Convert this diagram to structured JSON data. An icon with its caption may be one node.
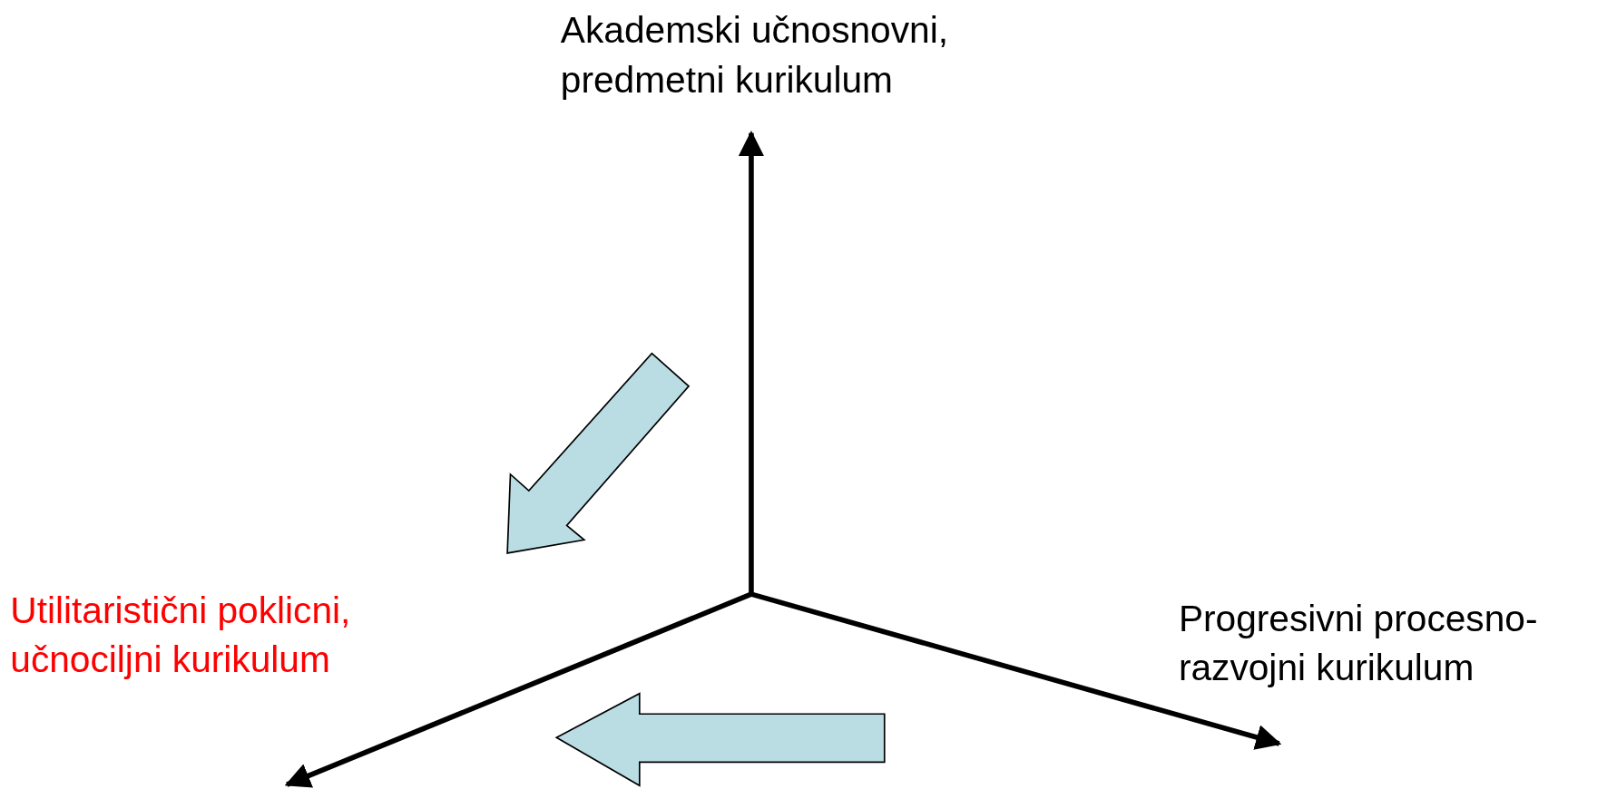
{
  "diagram": {
    "labels": [
      "Akademski učnosnovni, predmetni kurikulum",
      "Utilitaristični poklicni, učnociljni kurikulum",
      "Progresivni procesno-razvojni kurikulum"
    ]
  }
}
